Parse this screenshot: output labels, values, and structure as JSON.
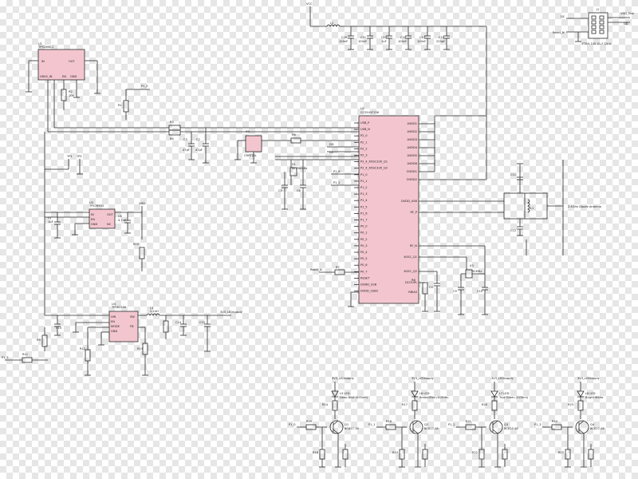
{
  "colors": {
    "ic_fill": "#f3c6cf",
    "wire": "#2b2b2b",
    "checker": "#e6e6e6"
  },
  "labels": {
    "vcc": "VCC",
    "l2": "L2",
    "caps_top": [
      {
        "ref": "C20",
        "val": "100nF"
      },
      {
        "ref": "C21",
        "val": "100nF"
      },
      {
        "ref": "C15",
        "val": "1uF"
      },
      {
        "ref": "C16",
        "val": "100nF"
      },
      {
        "ref": "C17",
        "val": "100nF"
      },
      {
        "ref": "C18",
        "val": "220pF"
      }
    ],
    "j1": "J1",
    "j1_part": "FTSH-105-01-F-DV-K",
    "vdd_test": "VDD_Test",
    "dd": "DD",
    "dc": "DC",
    "reset_n": "Reset_N",
    "u1": "U1",
    "u1_part": "TPS2066-1",
    "u1_pins": [
      "IN",
      "OUT",
      "VBUS_IN",
      "EN",
      "GND"
    ],
    "r2": "R2",
    "r2v": "10k",
    "r1": "R1",
    "p1_0": "P1_0",
    "r3": "R3",
    "r4": "R4",
    "r5": "R5",
    "r6": "R6",
    "c3": "C3",
    "c2": "C2",
    "c3v": "47pF",
    "c2v": "47pF",
    "x2": "X2",
    "x2p": "CRYSTAL",
    "tp1": "TP1",
    "tp2": "TP2",
    "u3": "U3",
    "u3p": "TPS76933",
    "u3pins": [
      "IN",
      "EN",
      "GND",
      "OUT",
      "NC"
    ],
    "c7": "C7",
    "c7v": "1uF",
    "c8": "C8",
    "c8v": "4.7uF",
    "vdd2": "VDD",
    "r10": "R10",
    "u4": "U4",
    "u4p": "TPS62230",
    "u4pins": [
      "VIN",
      "EN",
      "MODE",
      "GND",
      "SW",
      "FB"
    ],
    "l3": "L3",
    "l3v": "2.2uH",
    "c13": "C13",
    "r12": "R12",
    "r13": "R13",
    "c14": "C14",
    "c15": "C15",
    "r9": "R9",
    "r11": "R11",
    "p1_3": "P1_3",
    "3v3_led": "3V3_LEDsupply",
    "u2": "U2",
    "u2p": "CC2541F256",
    "u2_left": [
      "USB_P",
      "USB_N",
      "P2_0",
      "P2_1",
      "P2_2",
      "P2_3",
      "P2_4_XOSC32K_Q1",
      "P2_4_XOSC32K_Q2",
      "P1_0",
      "P1_1",
      "P1_2",
      "P1_3",
      "P1_4",
      "P1_5",
      "P1_6",
      "P1_7",
      "P0_0",
      "P0_1",
      "P0_2",
      "P0_3",
      "P0_4",
      "P0_5",
      "P0_6",
      "P0_7",
      "RESET",
      "DGND_USB",
      "DVDD_USB2"
    ],
    "u2_right": [
      "AVDD1",
      "AVDD2",
      "AVDD3",
      "AVDD4",
      "AVDD5",
      "AVDD6",
      "DVDD1",
      "DVDD2",
      "DVDD_USB",
      "RF_P",
      "RF_N",
      "XOSC_Q1",
      "XOSC_Q2",
      "DCOUPL",
      "RBIAS"
    ],
    "x1": "X1",
    "x1v": "32.768kHz",
    "c5": "C5",
    "c6": "C6",
    "c9": "C9",
    "c10": "C10",
    "c11": "C11",
    "c12": "C12",
    "c4": "C4",
    "x3": "X3",
    "x3v": "32MHz",
    "r8": "R8",
    "r8v": "56k",
    "p1_6": "P1_6",
    "p1_2": "P1_2",
    "reset": "Reset_N",
    "r7": "R7",
    "antenna": "2.4GHz Dipole Antenna",
    "l1": "L1",
    "l4": "L4",
    "leds": [
      {
        "supply": "3V3_LEDsupply",
        "led": "L5 LED",
        "color": "Deep Blue (455nm)",
        "pin": "P1_0",
        "rr": "R14",
        "q": "Q1",
        "part": "BC817-16",
        "rb": "R15",
        "rc": "R16"
      },
      {
        "supply": "3V3_LEDsupply",
        "led": "L6 LED",
        "color": "Amber/Red (615nm)",
        "pin": "P1_1",
        "rr": "R17",
        "q": "Q2",
        "part": "BC817-16",
        "rb": "R18",
        "rc": "R19"
      },
      {
        "supply": "3V3_LEDsupply",
        "led": "L7 LED",
        "color": "True Green (520nm)",
        "pin": "P1_2",
        "rr": "R20",
        "q": "Q3",
        "part": "BC817-16",
        "rb": "R21",
        "rc": "R22"
      },
      {
        "supply": "3V3_LEDsupply",
        "led": "L8 LED",
        "color": "Bright White",
        "pin": "P1_3",
        "rr": "R23",
        "q": "Q4",
        "part": "BC817-16",
        "rb": "R24",
        "rc": "R25"
      }
    ]
  }
}
